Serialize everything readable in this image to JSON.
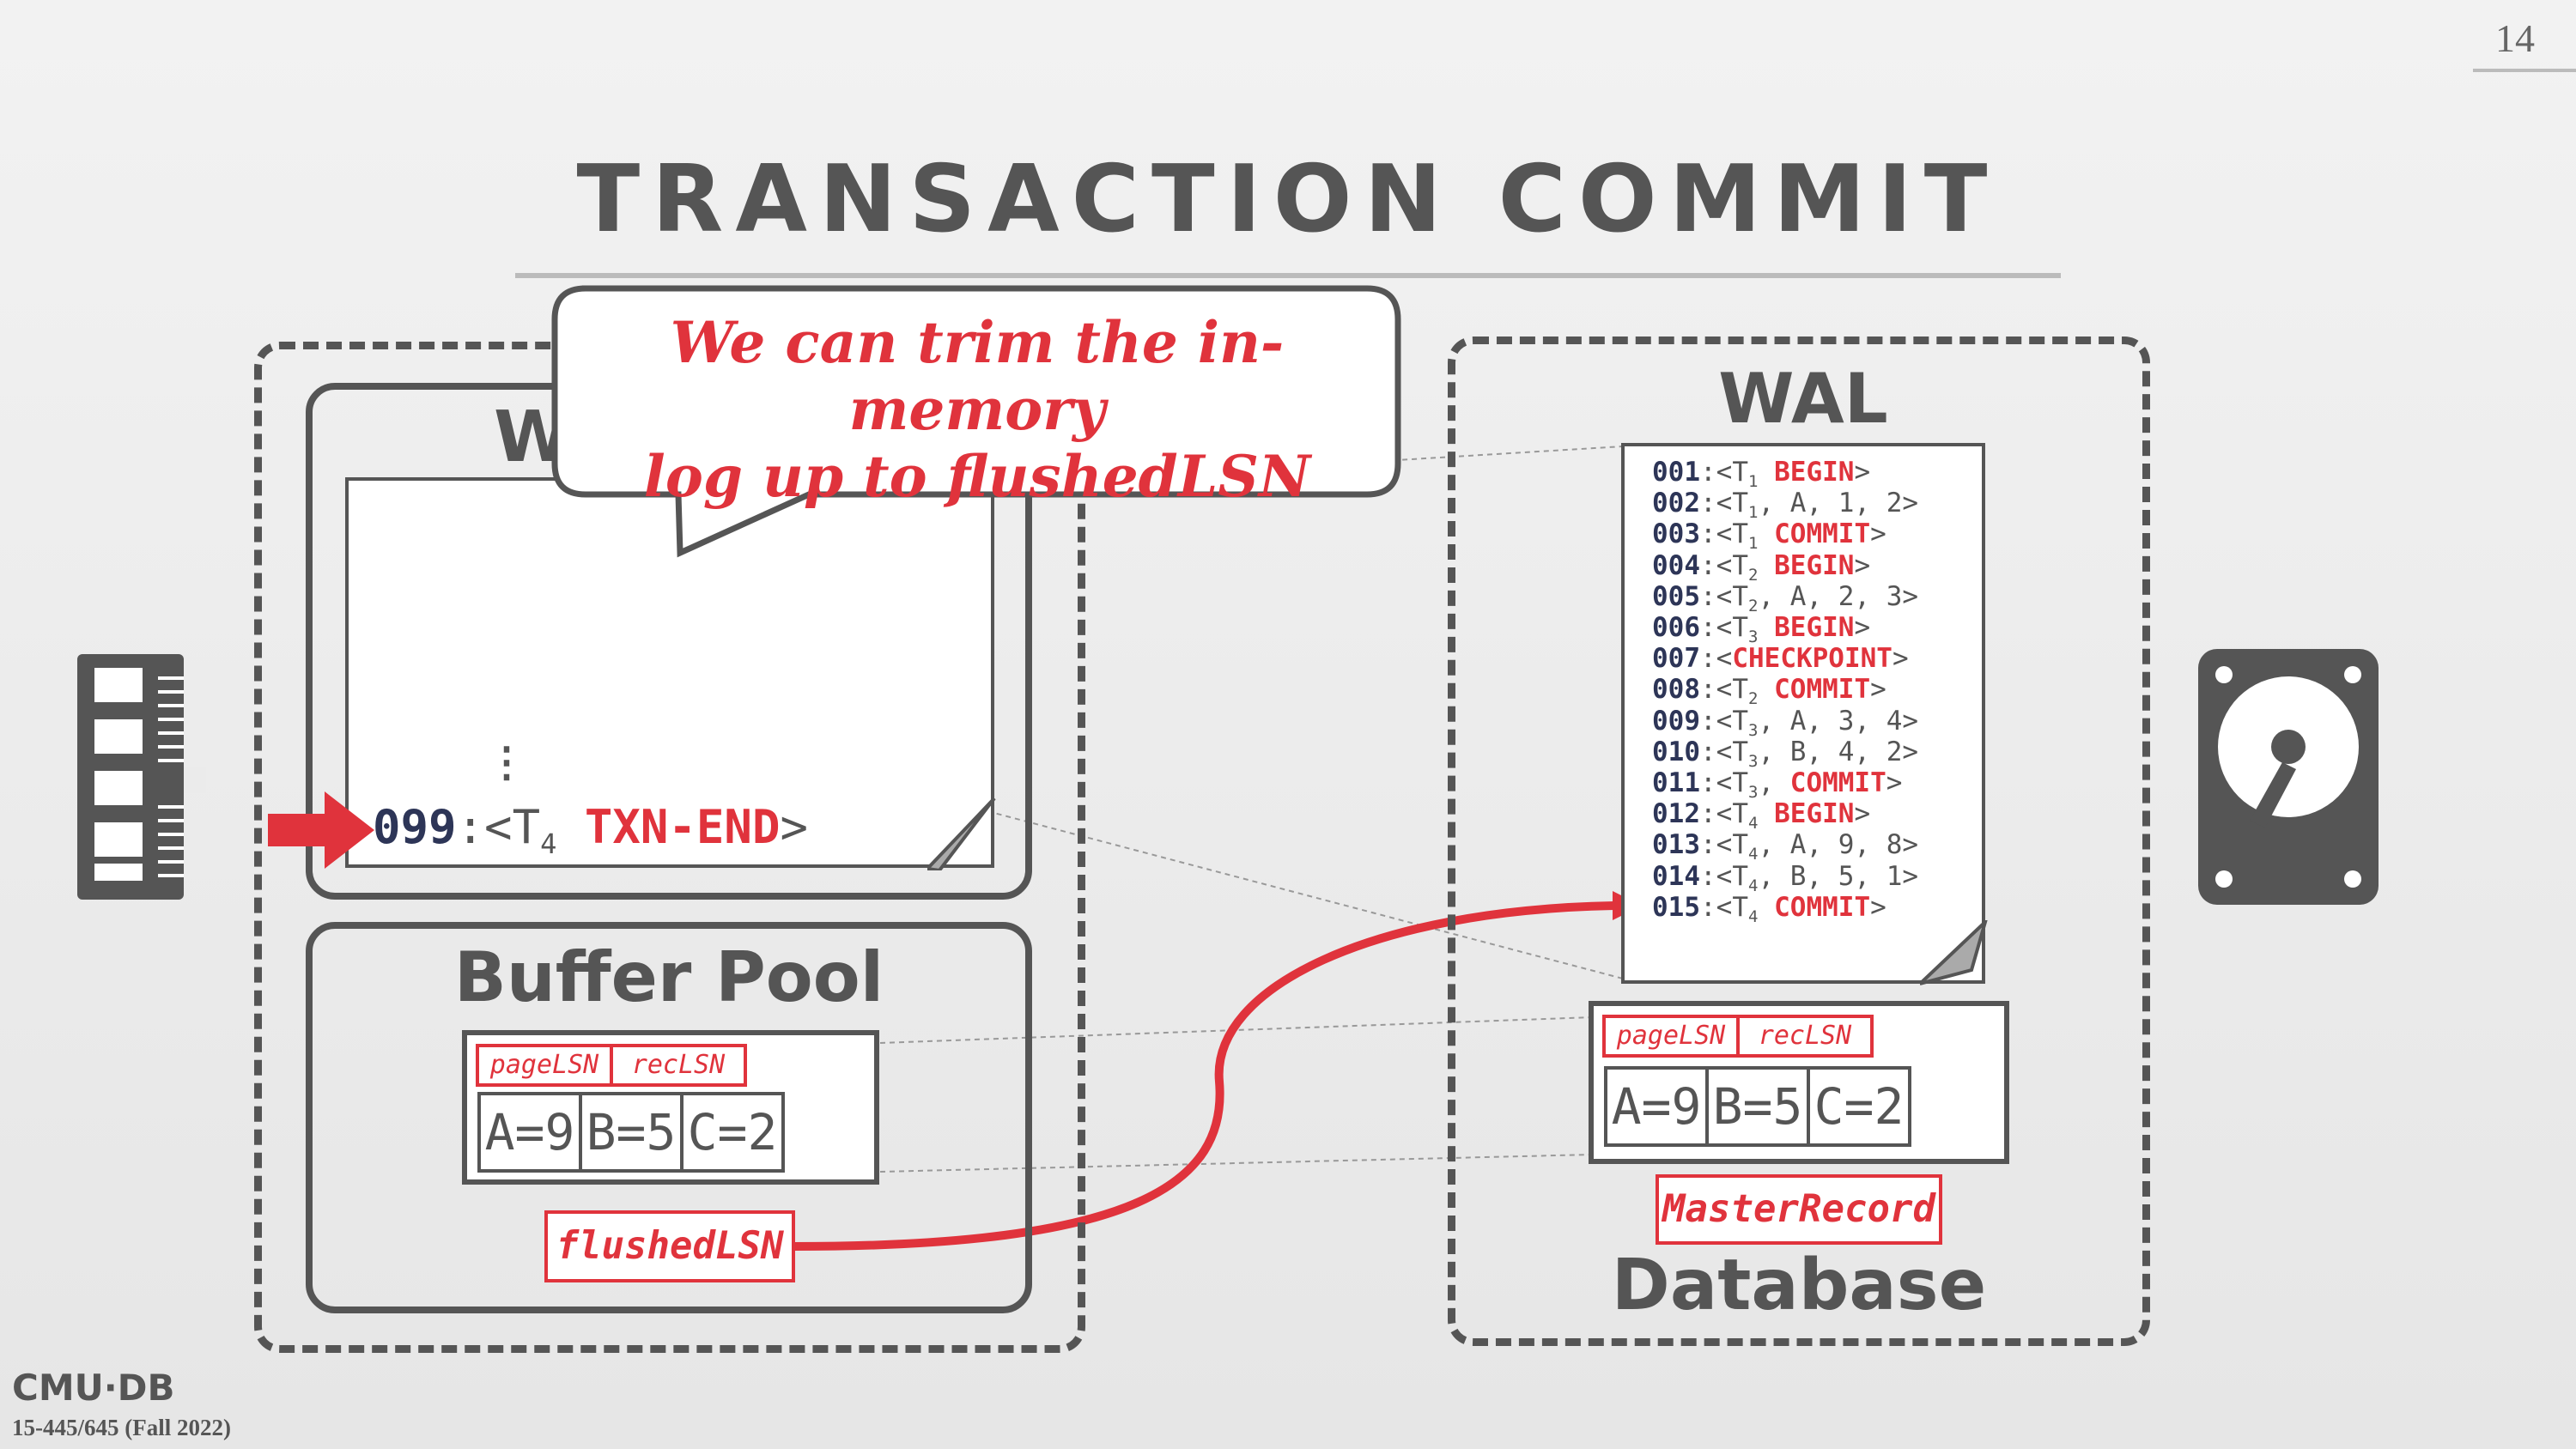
{
  "slide": {
    "page_number": "14",
    "title": "TRANSACTION COMMIT",
    "footer_logo": "CMU·DB",
    "footer_course": "15-445/645 (Fall 2022)"
  },
  "memory": {
    "wal_heading": "W",
    "ellipsis": "⋮",
    "tail_entry": {
      "lsn": "099",
      "sep": ":<T",
      "sub": "4",
      "kw": "TXN-END",
      "close": ">"
    },
    "buffer_pool": {
      "heading": "Buffer Pool",
      "tags": [
        "pageLSN",
        "recLSN"
      ],
      "cells": [
        "A=9",
        "B=5",
        "C=2"
      ],
      "flushed_lsn": "flushedLSN"
    }
  },
  "callout": {
    "line1": "We can trim the in-memory",
    "line2": "log up to flushedLSN"
  },
  "disk": {
    "wal_heading": "WAL",
    "log": [
      {
        "lsn": "001",
        "txn": "1",
        "rest": " ",
        "kw": "BEGIN",
        "tail": ">"
      },
      {
        "lsn": "002",
        "txn": "1",
        "rest": ", A, 1, 2>",
        "kw": "",
        "tail": ""
      },
      {
        "lsn": "003",
        "txn": "1",
        "rest": " ",
        "kw": "COMMIT",
        "tail": ">"
      },
      {
        "lsn": "004",
        "txn": "2",
        "rest": " ",
        "kw": "BEGIN",
        "tail": ">"
      },
      {
        "lsn": "005",
        "txn": "2",
        "rest": ", A, 2, 3>",
        "kw": "",
        "tail": ""
      },
      {
        "lsn": "006",
        "txn": "3",
        "rest": " ",
        "kw": "BEGIN",
        "tail": ">"
      },
      {
        "lsn": "007",
        "txn": "",
        "rest": "",
        "kw": "CHECKPOINT",
        "tail": ">"
      },
      {
        "lsn": "008",
        "txn": "2",
        "rest": " ",
        "kw": "COMMIT",
        "tail": ">"
      },
      {
        "lsn": "009",
        "txn": "3",
        "rest": ", A, 3, 4>",
        "kw": "",
        "tail": ""
      },
      {
        "lsn": "010",
        "txn": "3",
        "rest": ", B, 4, 2>",
        "kw": "",
        "tail": ""
      },
      {
        "lsn": "011",
        "txn": "3",
        "rest": ", ",
        "kw": "COMMIT",
        "tail": ">"
      },
      {
        "lsn": "012",
        "txn": "4",
        "rest": " ",
        "kw": "BEGIN",
        "tail": ">"
      },
      {
        "lsn": "013",
        "txn": "4",
        "rest": ", A, 9, 8>",
        "kw": "",
        "tail": ""
      },
      {
        "lsn": "014",
        "txn": "4",
        "rest": ", B, 5, 1>",
        "kw": "",
        "tail": ""
      },
      {
        "lsn": "015",
        "txn": "4",
        "rest": " ",
        "kw": "COMMIT",
        "tail": ">"
      }
    ],
    "database": {
      "heading": "Database",
      "tags": [
        "pageLSN",
        "recLSN"
      ],
      "cells": [
        "A=9",
        "B=5",
        "C=2"
      ],
      "master_record": "MasterRecord"
    }
  },
  "icons": {
    "memory": "ram-stick-icon",
    "disk": "hard-drive-icon"
  },
  "colors": {
    "accent": "#e0333c",
    "ink": "#555555",
    "lsn": "#2d3557"
  }
}
